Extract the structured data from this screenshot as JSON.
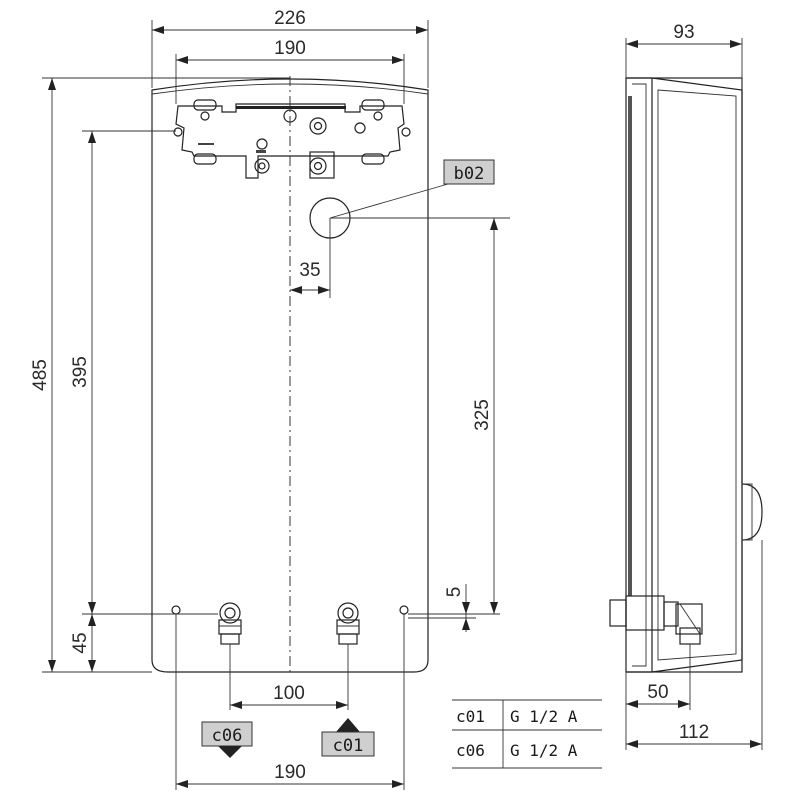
{
  "dimensions": {
    "overall_width": "226",
    "top_bracket_width": "190",
    "side_depth": "93",
    "overall_height": "485",
    "bracket_height": "395",
    "b02_height": "325",
    "b02_offset": "35",
    "small_offset": "5",
    "bottom_offset": "45",
    "pipe_spacing": "100",
    "bottom_holes_width": "190",
    "side_pipe_depth": "50",
    "side_total_depth": "112"
  },
  "labels": {
    "b02": "b02",
    "c06": "c06",
    "c01": "c01"
  },
  "connections_table": [
    {
      "code": "c01",
      "spec": "G 1/2 A"
    },
    {
      "code": "c06",
      "spec": "G 1/2 A"
    }
  ],
  "colors": {
    "tag_fill": "#cfcfcf",
    "line": "#222222"
  }
}
